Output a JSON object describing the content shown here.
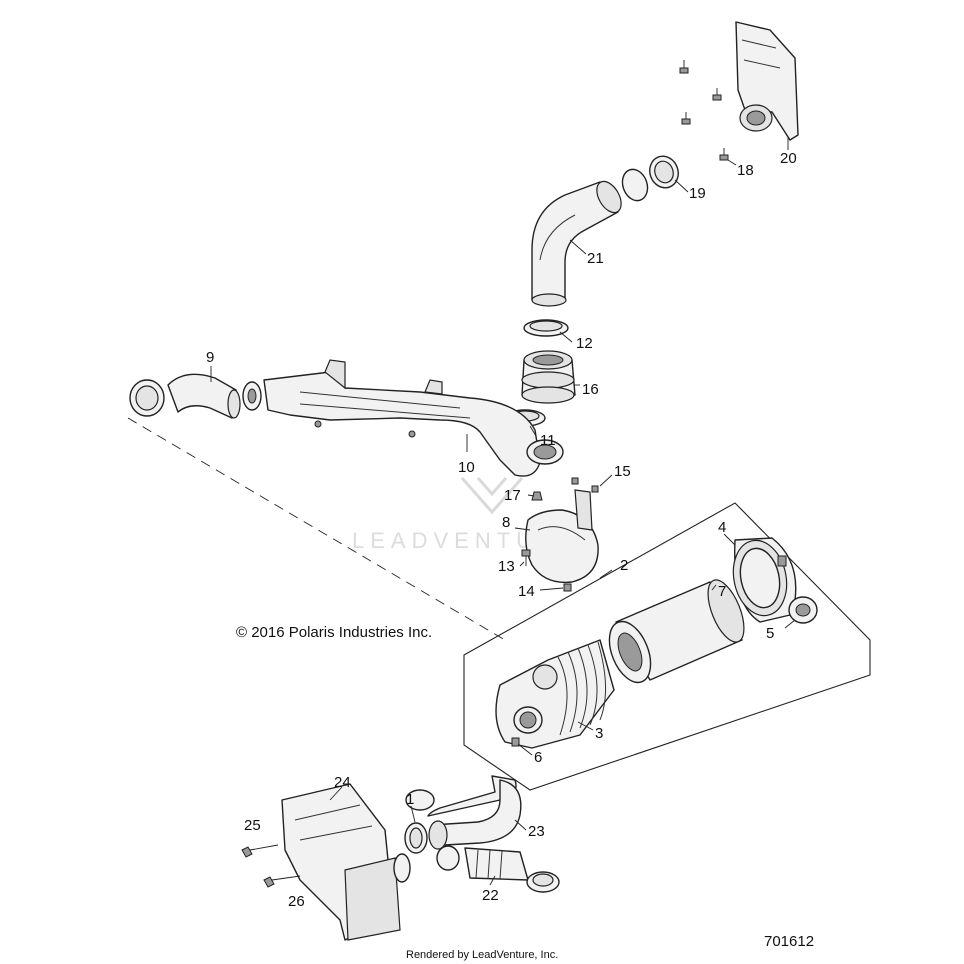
{
  "diagram": {
    "copyright": "© 2016 Polaris Industries Inc.",
    "footer": "Rendered by LeadVenture, Inc.",
    "document_number": "701612",
    "watermark": "LEADVENTURE"
  },
  "callouts": [
    {
      "id": "c1",
      "label": "1"
    },
    {
      "id": "c2",
      "label": "2"
    },
    {
      "id": "c3",
      "label": "3"
    },
    {
      "id": "c4",
      "label": "4"
    },
    {
      "id": "c5",
      "label": "5"
    },
    {
      "id": "c6",
      "label": "6"
    },
    {
      "id": "c7",
      "label": "7"
    },
    {
      "id": "c8",
      "label": "8"
    },
    {
      "id": "c9",
      "label": "9"
    },
    {
      "id": "c10",
      "label": "10"
    },
    {
      "id": "c11",
      "label": "11"
    },
    {
      "id": "c12",
      "label": "12"
    },
    {
      "id": "c13",
      "label": "13"
    },
    {
      "id": "c14",
      "label": "14"
    },
    {
      "id": "c15",
      "label": "15"
    },
    {
      "id": "c16",
      "label": "16"
    },
    {
      "id": "c17",
      "label": "17"
    },
    {
      "id": "c18",
      "label": "18"
    },
    {
      "id": "c19",
      "label": "19"
    },
    {
      "id": "c20",
      "label": "20"
    },
    {
      "id": "c21",
      "label": "21"
    },
    {
      "id": "c22",
      "label": "22"
    },
    {
      "id": "c23",
      "label": "23"
    },
    {
      "id": "c24",
      "label": "24"
    },
    {
      "id": "c25",
      "label": "25"
    },
    {
      "id": "c26",
      "label": "26"
    }
  ]
}
